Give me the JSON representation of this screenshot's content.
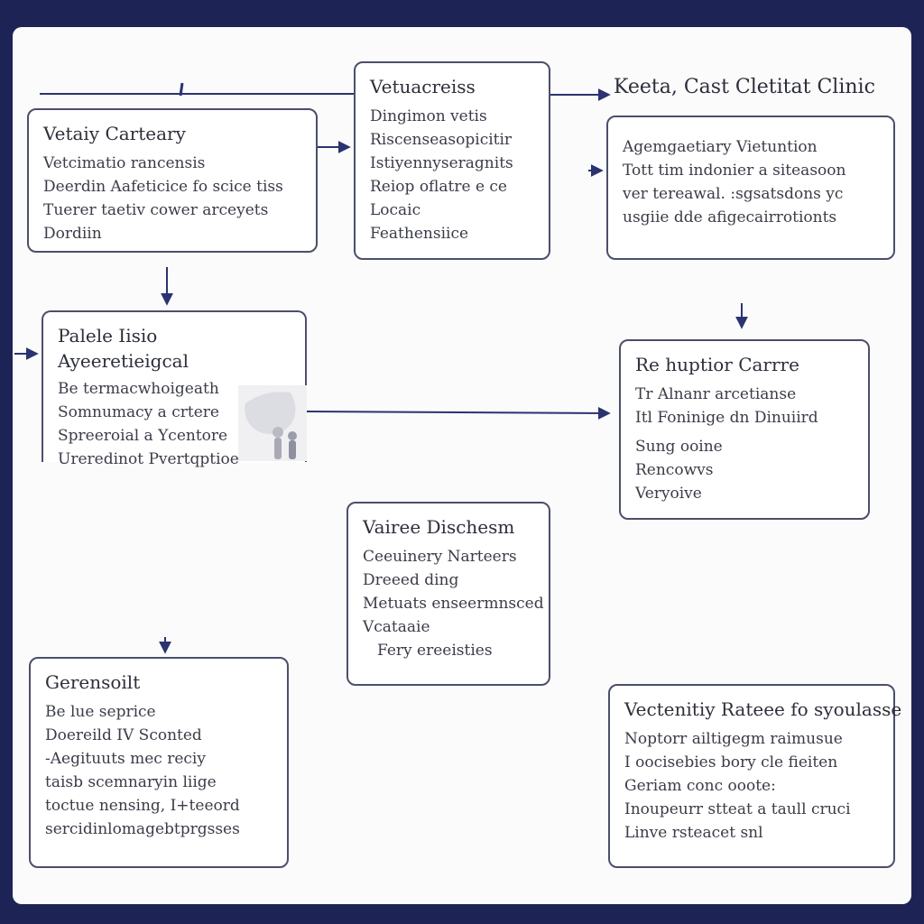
{
  "diagram": {
    "header_label": "Keeta, Cast Cletitat Clinic",
    "boxes": [
      {
        "title": "Vetaiy Carteary",
        "lines": [
          "Vetcimatio rancensis",
          "Deerdin Aafeticice fo scice tiss",
          "Tuerer taetiv cower arceyets",
          "Dordiin"
        ]
      },
      {
        "title": "Vetuacreiss",
        "lines": [
          "Dingimon vetis",
          "Riscenseasopicitir",
          "Istiyennyseragnits",
          "Reiop oflatre e ce",
          "Locaic",
          "Feathensiice"
        ]
      },
      {
        "title": "",
        "lines": [
          "Agemgaetiary Vietuntion",
          "Tott tim indonier a siteasoon",
          "ver tereawal. :sgsatsdons yc",
          "usgiie dde afigecairrotionts"
        ]
      },
      {
        "title": "Palele Iisio",
        "subtitle": "Ayeeretieigcal",
        "lines": [
          "Be termacwhoigeath",
          "Somnumacy a crtere",
          "Spreeroial a Ycentore",
          "Ureredinot Pvertqptioe"
        ]
      },
      {
        "title": "Re huptior Carrre",
        "lines": [
          "Tr Alnanr arcetianse",
          "Itl Foninige dn Dinuiird",
          "Sung ooine",
          "Rencowvs",
          "Veryoive"
        ]
      },
      {
        "title": "Vairee Dischesm",
        "lines": [
          "Ceeuinery Narteers",
          "Dreeed ding",
          "Metuats enseermnsced",
          "Vcataaie",
          "Fery ereeisties"
        ]
      },
      {
        "title": "Gerensoilt",
        "lines": [
          "Be lue seprice",
          "Doereild IV Sconted",
          "-Aegituuts mec reciy",
          "taisb scemnaryin liige",
          "toctue nensing, I+teeord",
          "sercidinlomagebtprgsses"
        ]
      },
      {
        "title": "Vectenitiy Rateee fo syoulasse",
        "lines": [
          "Noptorr ailtigegm raimusue",
          "I oocisebies bory cle fieiten",
          "Geriam conc ooote:",
          "Inoupeurr stteat a taull cruci",
          "Linve rsteacet snl"
        ]
      }
    ]
  },
  "colors": {
    "outer_border": "#1e2356",
    "arrow": "#2b3370",
    "box_border": "#4b4f6a"
  }
}
